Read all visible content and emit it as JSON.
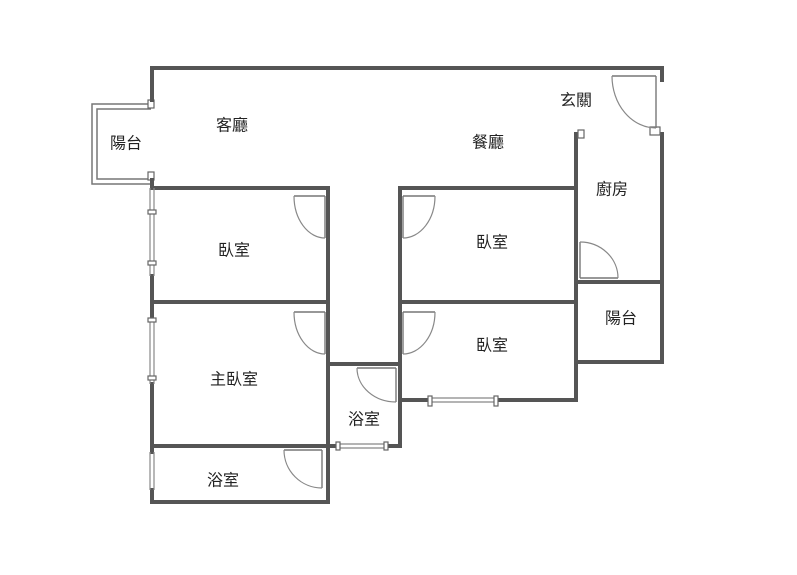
{
  "rooms": {
    "living_room": "客廳",
    "dining_room": "餐廳",
    "entrance": "玄關",
    "kitchen": "廚房",
    "balcony_west": "陽台",
    "balcony_east": "陽台",
    "bedroom_1": "臥室",
    "bedroom_2": "臥室",
    "bedroom_3": "臥室",
    "master_bedroom": "主臥室",
    "bathroom_1": "浴室",
    "bathroom_2": "浴室"
  }
}
